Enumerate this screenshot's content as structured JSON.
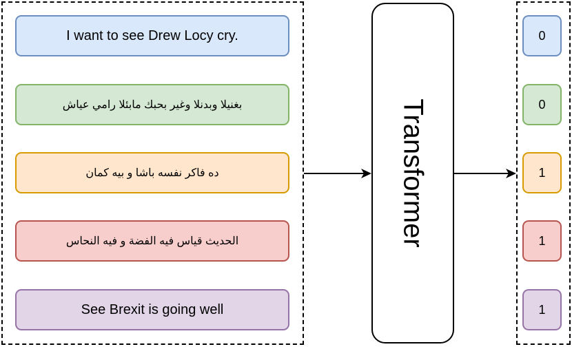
{
  "inputs": [
    {
      "text": "I want to see Drew Locy cry.",
      "rtl": false,
      "fill": "#dae8fc",
      "stroke": "#6c8ebf"
    },
    {
      "text": "بغنيلا وبدنلا وغير بحبك مابئلا  رامي عياش",
      "rtl": true,
      "fill": "#d5e8d4",
      "stroke": "#82b366"
    },
    {
      "text": "ده فاكر نفسه باشا و بيه كمان",
      "rtl": true,
      "fill": "#ffe6cc",
      "stroke": "#d79b00"
    },
    {
      "text": "الحديث قياس فيه الفضة و فيه النحاس",
      "rtl": true,
      "fill": "#f8cecc",
      "stroke": "#b85450"
    },
    {
      "text": "See Brexit is going well",
      "rtl": false,
      "fill": "#e1d5e7",
      "stroke": "#9673a6"
    }
  ],
  "model": {
    "label": "Transformer"
  },
  "outputs": [
    {
      "label": "0"
    },
    {
      "label": "0"
    },
    {
      "label": "1"
    },
    {
      "label": "1"
    },
    {
      "label": "1"
    }
  ]
}
